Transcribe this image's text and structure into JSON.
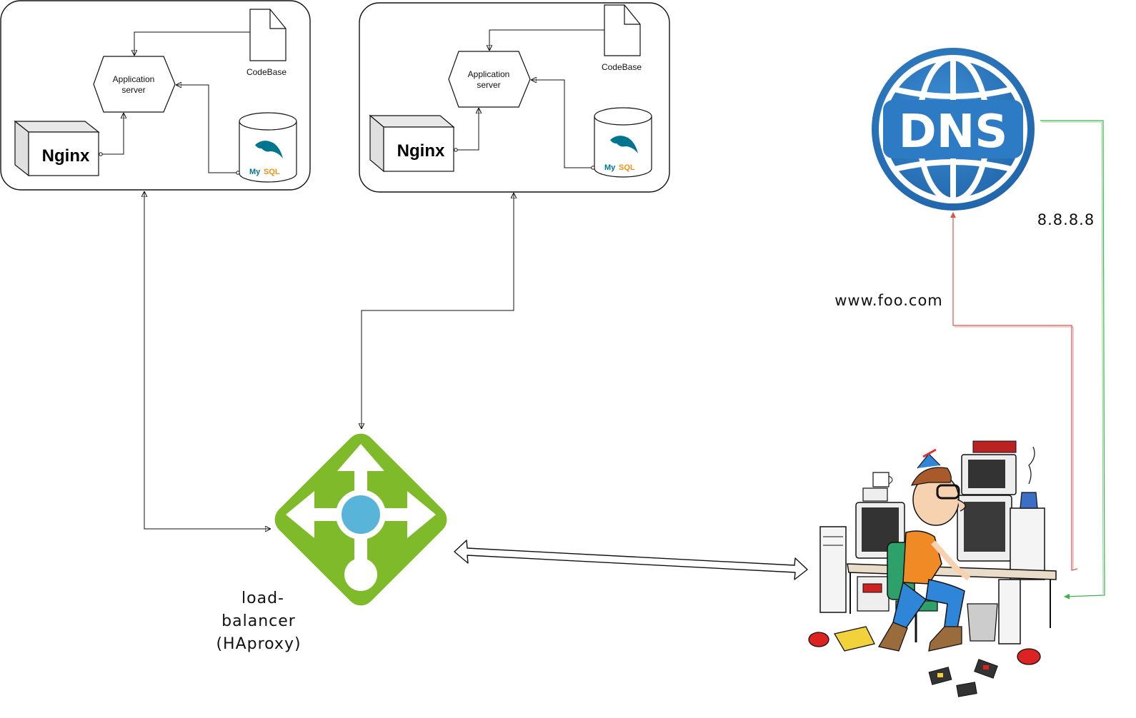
{
  "servers": [
    {
      "app_label_line1": "Application",
      "app_label_line2": "server",
      "codebase_label": "CodeBase",
      "nginx_label": "Nginx",
      "mysql_label_a": "My",
      "mysql_label_b": "SQL"
    },
    {
      "app_label_line1": "Application",
      "app_label_line2": "server",
      "codebase_label": "CodeBase",
      "nginx_label": "Nginx",
      "mysql_label_a": "My",
      "mysql_label_b": "SQL"
    }
  ],
  "dns": {
    "label": "DNS",
    "ip_label": "8.8.8.8",
    "domain_label": "www.foo.com"
  },
  "load_balancer": {
    "label_line1": "load-",
    "label_line2": "balancer",
    "label_line3": "(HAproxy)"
  },
  "colors": {
    "lb_green": "#7fba2a",
    "lb_blue": "#59b4d9",
    "dns_blue": "#2c7bc4",
    "request_line": "#d9534f",
    "response_line": "#3cb44b",
    "mysql_blue": "#00758f",
    "mysql_orange": "#f29111"
  }
}
